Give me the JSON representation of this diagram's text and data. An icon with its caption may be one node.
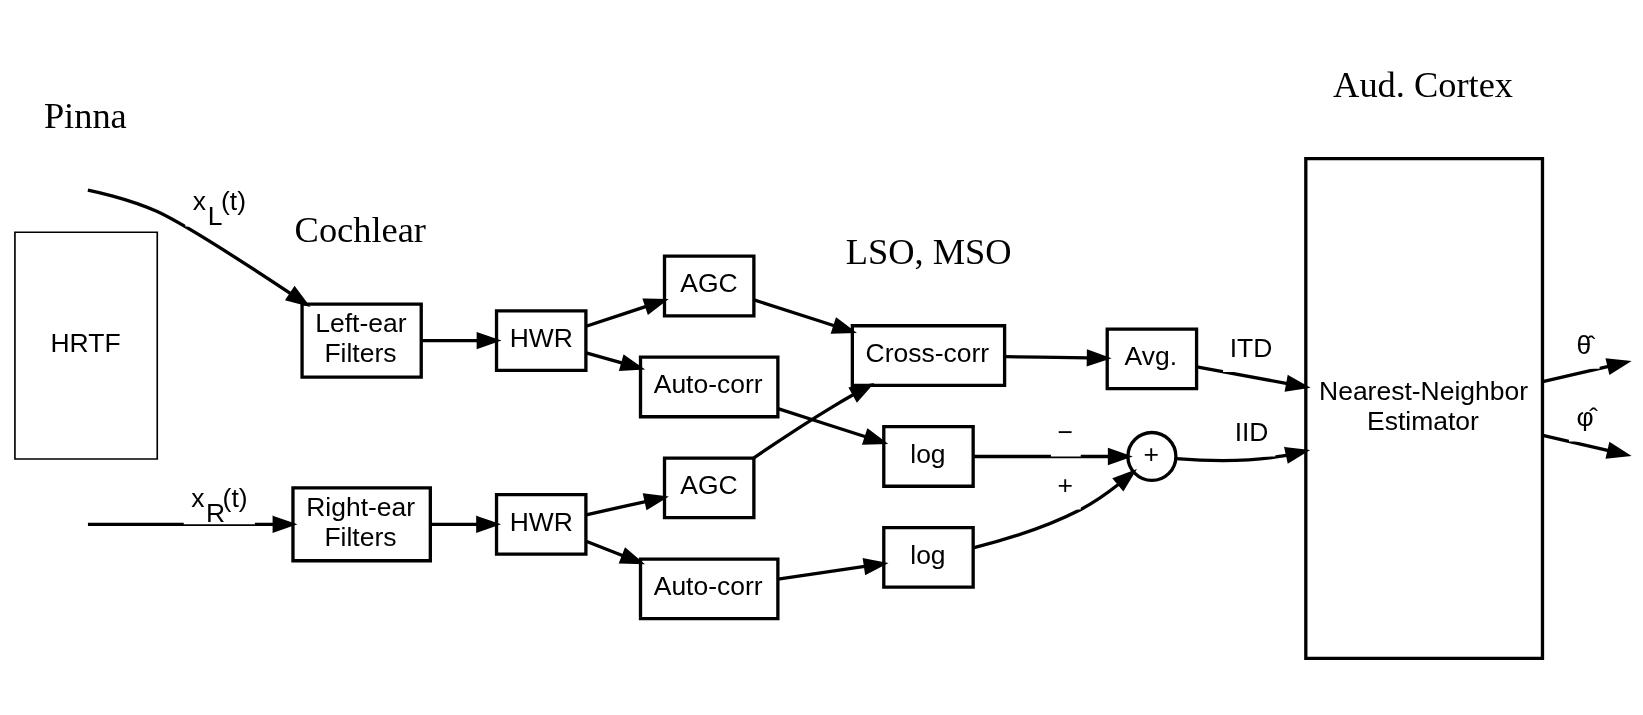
{
  "diagram": {
    "nodes": [
      {
        "text": [
          "HRTF"
        ]
      },
      {
        "text": [
          "Left-ear Filters"
        ]
      },
      {
        "text": [
          "Right-ear Filters"
        ]
      },
      {
        "text": [
          "HWR"
        ]
      },
      {
        "text": [
          "HWR"
        ]
      },
      {
        "text": [
          "AGC"
        ]
      },
      {
        "text": [
          "AGC"
        ]
      },
      {
        "text": [
          "Cross-corr"
        ]
      },
      {
        "text": [
          "Avg."
        ]
      },
      {
        "text": [
          "Auto-corr"
        ]
      },
      {
        "text": [
          "Auto-corr"
        ]
      },
      {
        "text": [
          "log"
        ]
      },
      {
        "text": [
          "log"
        ]
      },
      {
        "text": [
          "+"
        ]
      },
      {
        "text": [
          "Nearest-Neighbor Estimator"
        ]
      }
    ],
    "edges": [
      {
        "from": null,
        "to": 1,
        "arrow": "to",
        "label": "x$_{L}$(t)"
      },
      {
        "from": null,
        "to": 2,
        "arrow": "to",
        "label": "x$_{R}$(t)"
      },
      {
        "from": 1,
        "to": 3,
        "arrow": "to"
      },
      {
        "from": 2,
        "to": 4,
        "arrow": "to"
      },
      {
        "from": 3,
        "to": 5,
        "arrow": "to"
      },
      {
        "from": 4,
        "to": 6,
        "arrow": "to"
      },
      {
        "from": 3,
        "to": 9,
        "arrow": "to"
      },
      {
        "from": 4,
        "to": 10,
        "arrow": "to"
      },
      {
        "from": 5,
        "to": 7,
        "arrow": "to"
      },
      {
        "from": 6,
        "to": 7,
        "arrow": "to"
      },
      {
        "from": 7,
        "to": 8,
        "arrow": "to"
      },
      {
        "from": 8,
        "to": 14,
        "arrow": "to",
        "label": "ITD"
      },
      {
        "from": 9,
        "to": 11,
        "arrow": "to"
      },
      {
        "from": 10,
        "to": 12,
        "arrow": "to"
      },
      {
        "from": 11,
        "to": 13,
        "arrow": "to",
        "label": "−"
      },
      {
        "from": 12,
        "to": 13,
        "arrow": "to",
        "label": "+"
      },
      {
        "from": 13,
        "to": 14,
        "arrow": "to",
        "label": "IID"
      },
      {
        "from": 14,
        "to": null,
        "arrow": "to",
        "label": "θ̂"
      },
      {
        "from": 14,
        "to": null,
        "arrow": "to",
        "label": "φ̂"
      }
    ],
    "labels": [
      "Pinna",
      "Cochlear",
      "LSO, MSO",
      "Aud. Cortex"
    ]
  }
}
